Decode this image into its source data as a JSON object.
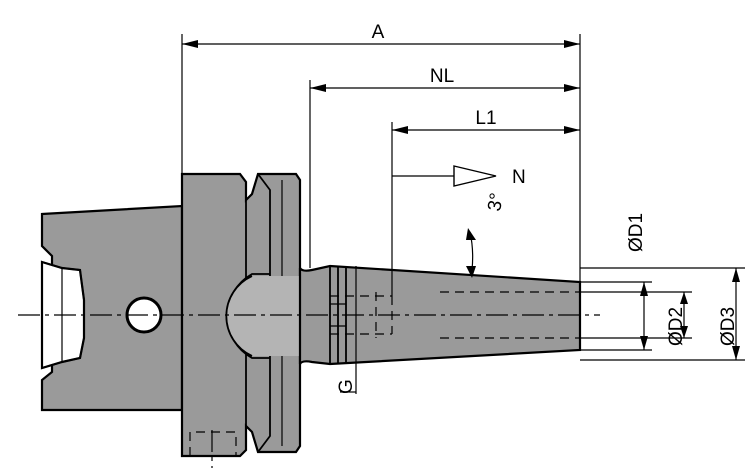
{
  "labels": {
    "A": "A",
    "NL": "NL",
    "L1": "L1",
    "N": "N",
    "angle": "3°",
    "D1": "ØD1",
    "D2": "ØD2",
    "D3": "ØD3",
    "G": "G"
  },
  "colors": {
    "body": "#9a9a9a",
    "line": "#000000",
    "background": "#ffffff"
  }
}
